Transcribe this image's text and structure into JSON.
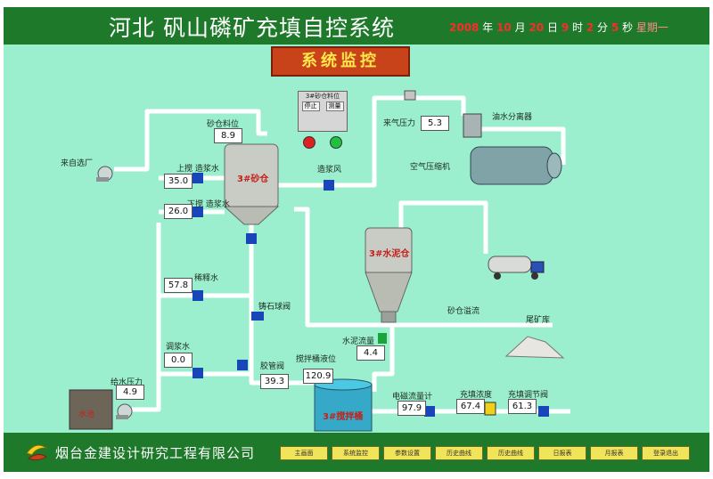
{
  "header": {
    "title": "河北 矾山磷矿充填自控系统",
    "clock": {
      "year": "2008",
      "year_unit": "年",
      "month": "10",
      "month_unit": "月",
      "day": "20",
      "day_unit": "日",
      "hour": "9",
      "hour_unit": "时",
      "minute": "2",
      "minute_unit": "分",
      "second": "5",
      "second_unit": "秒",
      "weekday": "星期一"
    }
  },
  "banner": "系统监控",
  "sand_bin_panel": {
    "title": "3#砂仓料位",
    "stop_label": "停止",
    "measure_label": "测量"
  },
  "labels": {
    "sand_bin_level": "砂仓料位",
    "incoming_plant": "来自选厂",
    "upper_slurry_water": "上搅 造浆水",
    "lower_slurry_water": "下搅 造浆水",
    "dilution_water": "稀释水",
    "slurry_water": "调浆水",
    "supply_water_pressure": "给水压力",
    "water_tank": "水池",
    "sand_bin": "3#砂仓",
    "slurry_air": "造浆风",
    "casting_ball_valve": "铸石球阀",
    "rubber_valve": "胶管阀",
    "mixer_level": "搅拌桶液位",
    "mixer": "3#搅拌桶",
    "incoming_air_pressure": "来气压力",
    "oil_water_separator": "油水分离器",
    "air_compressor": "空气压缩机",
    "cement_bin": "3#水泥仓",
    "cement_flow": "水泥流量",
    "sand_overflow": "砂仓溢流",
    "tailings": "尾矿库",
    "em_flowmeter": "电磁流量计",
    "fill_concentration": "充填浓度",
    "fill_control_valve": "充填调节阀"
  },
  "values": {
    "sand_bin_level": "8.9",
    "upper_slurry_water": "35.0",
    "lower_slurry_water": "26.0",
    "dilution_water": "57.8",
    "slurry_water": "0.0",
    "supply_water_pressure": "4.9",
    "rubber_valve": "39.3",
    "mixer_level": "120.9",
    "incoming_air_pressure": "5.3",
    "cement_flow": "4.4",
    "em_flowmeter": "97.9",
    "fill_concentration": "67.4",
    "fill_control_valve": "61.3"
  },
  "colors": {
    "background": "#9beece",
    "header": "#1e7a2a",
    "pipe": "#ffffff",
    "alarm_red": "#e02020",
    "ok_green": "#20c040",
    "valve_blue": "#1846b8",
    "nav_button": "#f0e45a"
  },
  "footer": {
    "company": "烟台金建设计研究工程有限公司",
    "nav": [
      "主画面",
      "系统监控",
      "参数设置",
      "历史曲线",
      "历史曲线",
      "日报表",
      "月报表",
      "登录退出"
    ]
  }
}
